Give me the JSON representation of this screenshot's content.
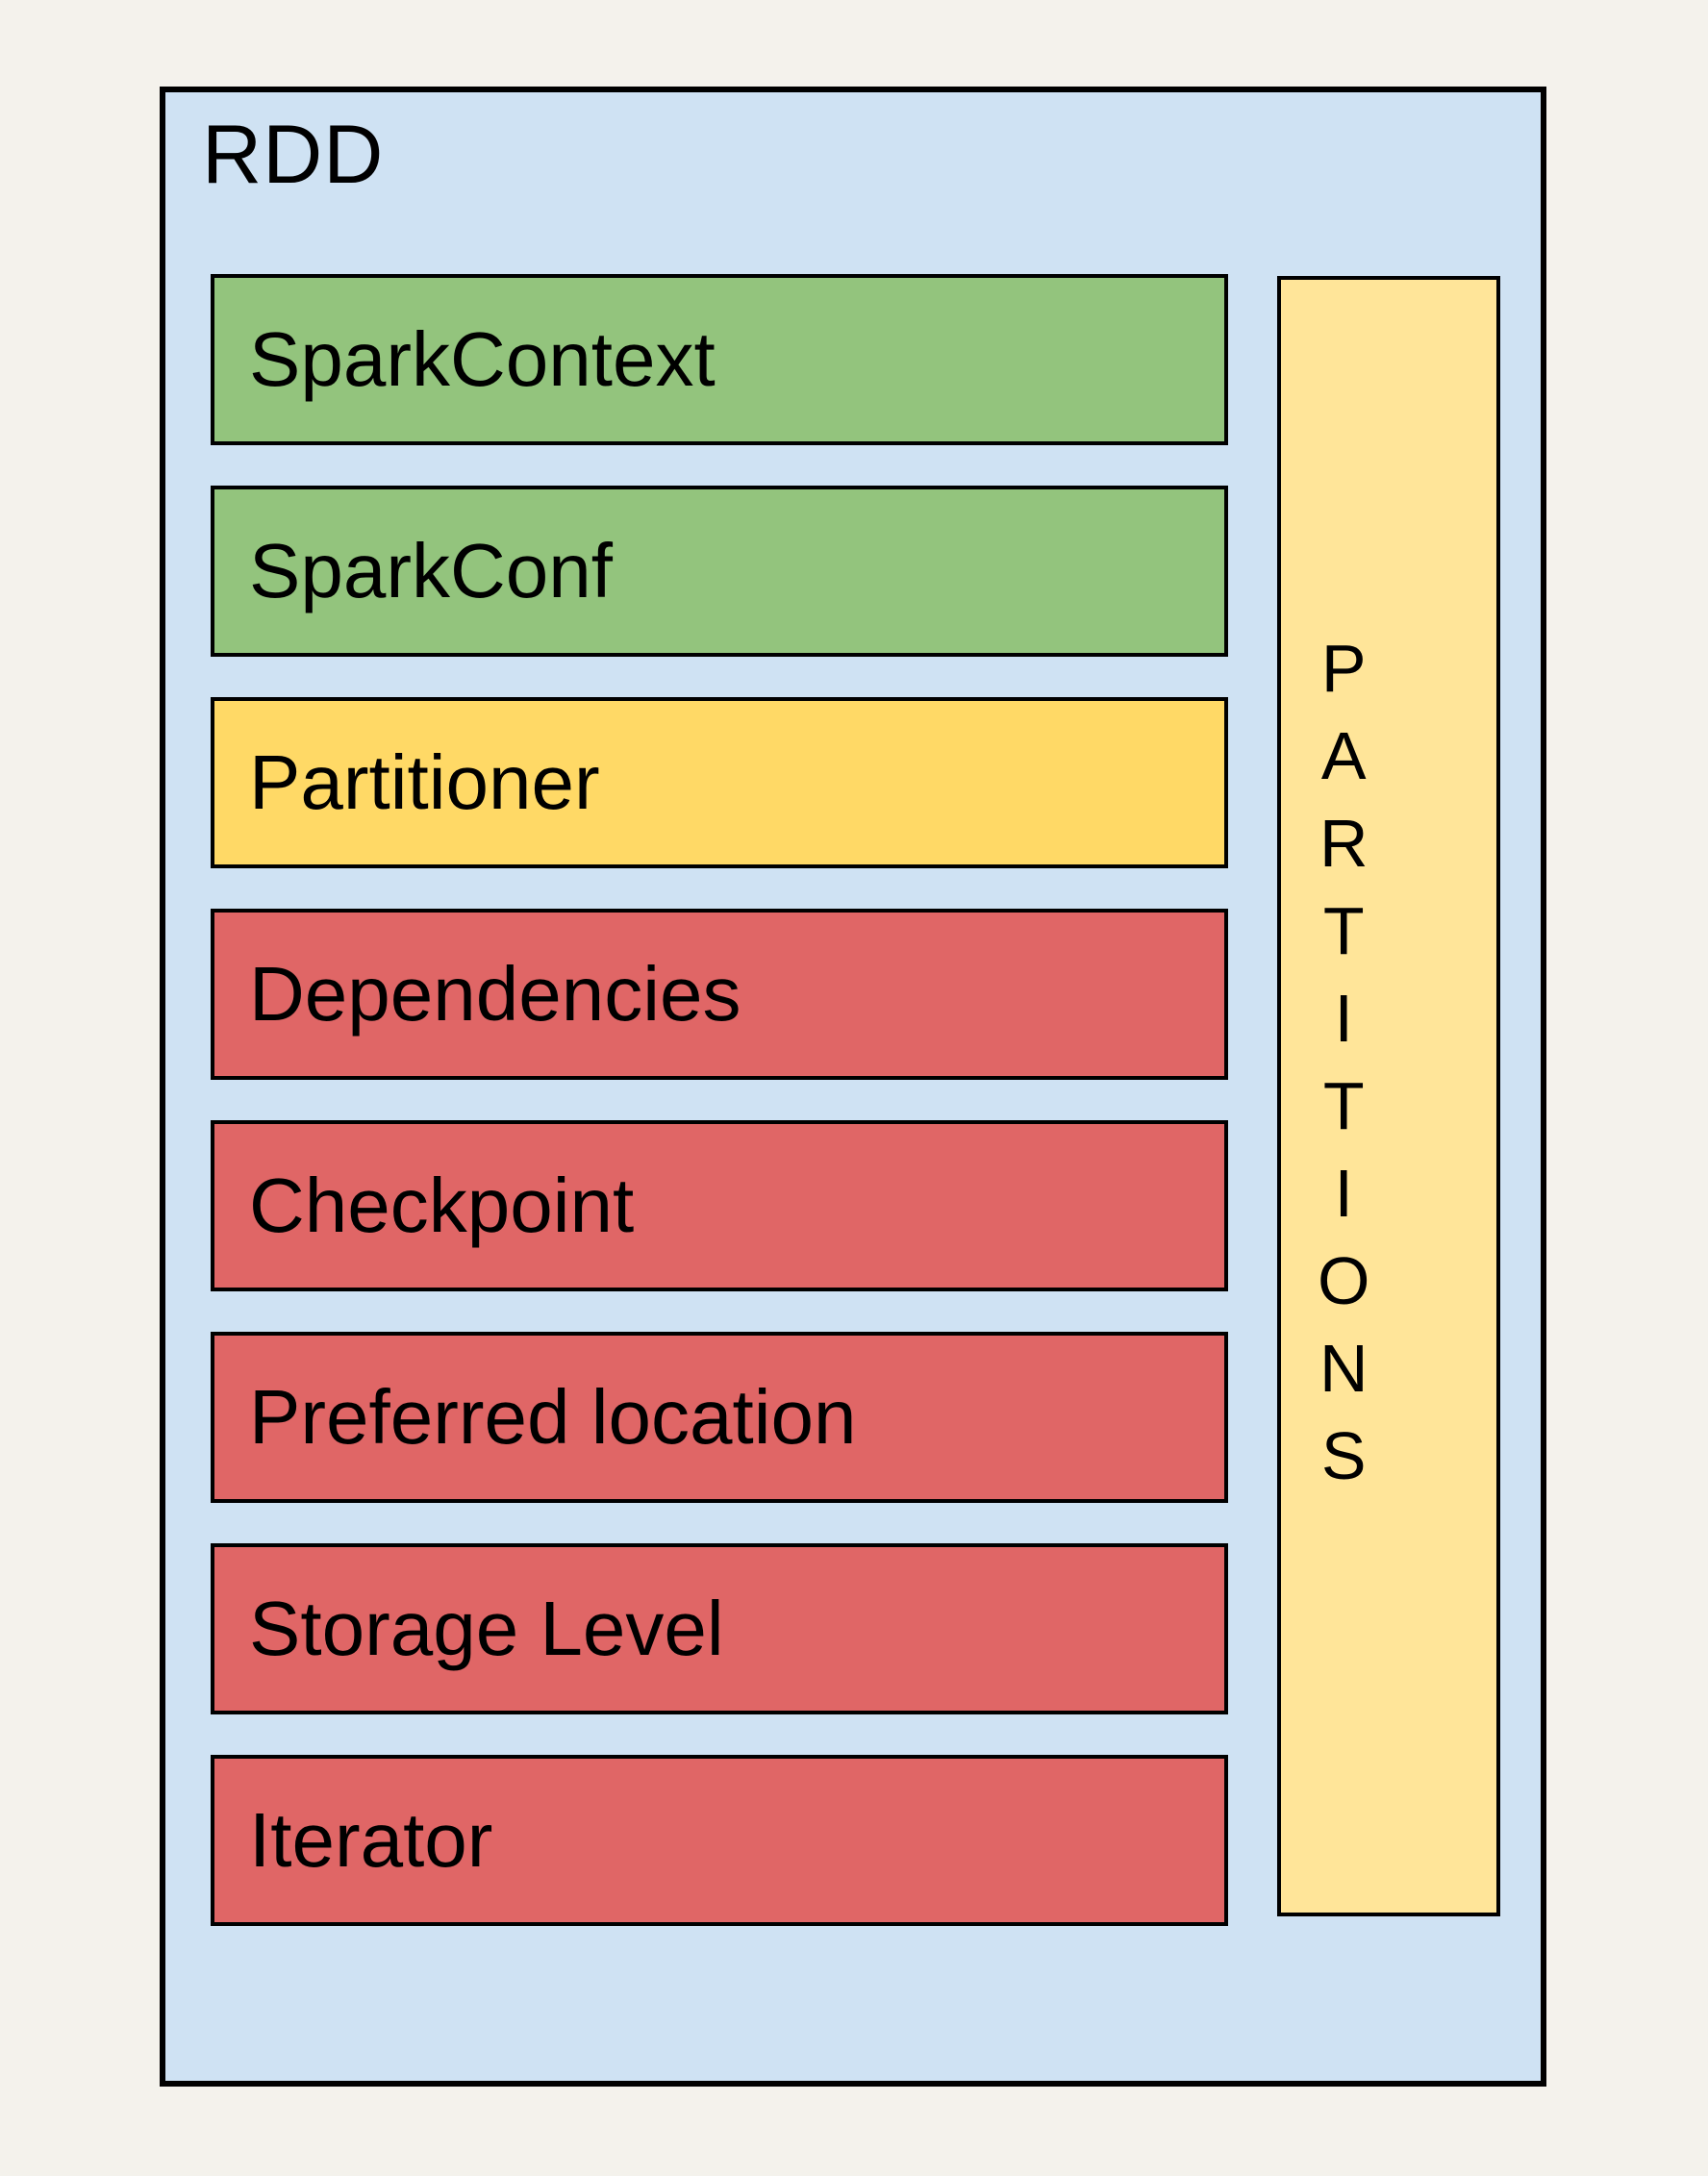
{
  "diagram": {
    "title": "RDD",
    "components": [
      {
        "id": "spark-context",
        "label": "SparkContext",
        "color": "#93C47D"
      },
      {
        "id": "spark-conf",
        "label": "SparkConf",
        "color": "#93C47D"
      },
      {
        "id": "partitioner",
        "label": "Partitioner",
        "color": "#FFD966"
      },
      {
        "id": "dependencies",
        "label": "Dependencies",
        "color": "#E06666"
      },
      {
        "id": "checkpoint",
        "label": "Checkpoint",
        "color": "#E06666"
      },
      {
        "id": "preferred-location",
        "label": "Preferred location",
        "color": "#E06666"
      },
      {
        "id": "storage-level",
        "label": "Storage Level",
        "color": "#E06666"
      },
      {
        "id": "iterator",
        "label": "Iterator",
        "color": "#E06666"
      }
    ],
    "partitions_column": {
      "label": "PARTITIONS",
      "color": "#FFE599"
    },
    "colors": {
      "page_background": "#F4F2EC",
      "container_fill": "#CFE2F3",
      "border": "#000000",
      "text": "#000000",
      "green": "#93C47D",
      "yellow": "#FFD966",
      "light_yellow": "#FFE599",
      "red": "#E06666"
    }
  }
}
